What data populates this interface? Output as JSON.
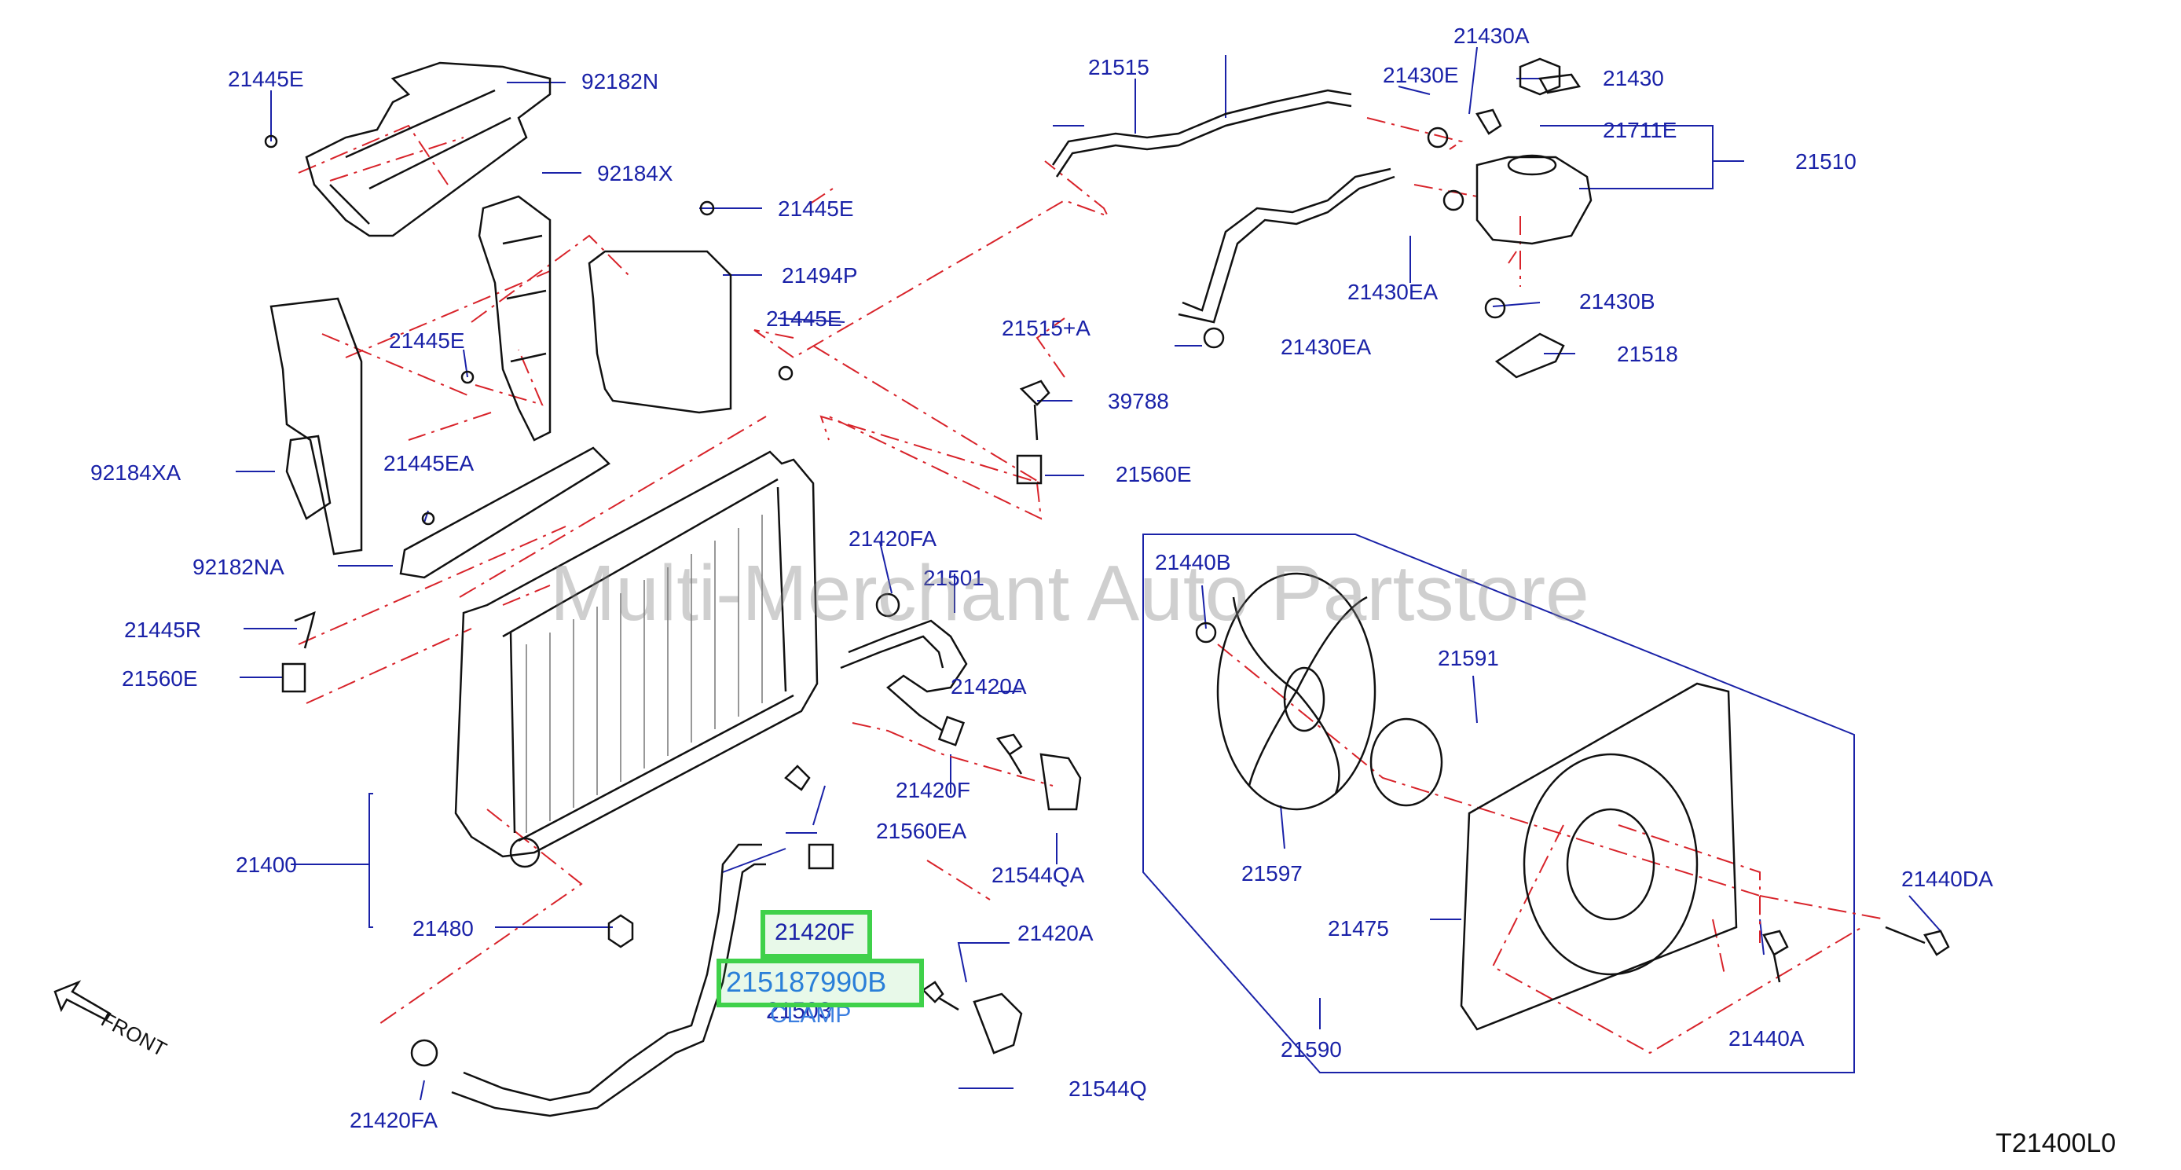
{
  "diagram_code": "T21400L0",
  "watermark": "Multi-Merchant Auto Partstore",
  "front_label": "FRONT",
  "highlighted": {
    "part_a": "21420F",
    "part_b": "215187990B",
    "overlap_text": "21503",
    "overlap_text_2": "CLAMP"
  },
  "labels": {
    "p21445e_1": "21445E",
    "p92182n": "92182N",
    "p92184x": "92184X",
    "p21445e_2": "21445E",
    "p21494p": "21494P",
    "p21445e_3": "21445E",
    "p21445e_4": "21445E",
    "p92184xa": "92184XA",
    "p21445ea": "21445EA",
    "p92182na": "92182NA",
    "p21445r": "21445R",
    "p21560e_1": "21560E",
    "p21400": "21400",
    "p21480": "21480",
    "p21420fa_1": "21420FA",
    "p21515": "21515",
    "p21515a": "21515+A",
    "p21430ea_1": "21430EA",
    "p21430ea_2": "21430EA",
    "p21430a": "21430A",
    "p21430e": "21430E",
    "p21430": "21430",
    "p21711e": "21711E",
    "p21510": "21510",
    "p21430b": "21430B",
    "p21518": "21518",
    "p39788": "39788",
    "p21560e_2": "21560E",
    "p21420fa_2": "21420FA",
    "p21501": "21501",
    "p21420a_1": "21420A",
    "p21420f_1": "21420F",
    "p21560ea": "21560EA",
    "p21544qa": "21544QA",
    "p21420a_2": "21420A",
    "p21544q": "21544Q",
    "p21440b": "21440B",
    "p21591": "21591",
    "p21597": "21597",
    "p21475": "21475",
    "p21590": "21590",
    "p21440da": "21440DA",
    "p21440a": "21440A"
  },
  "colors": {
    "label": "#1a22a8",
    "leader": "#1a22a8",
    "dash": "#d8232a",
    "part": "#111111",
    "highlight": "#3fd14a"
  }
}
